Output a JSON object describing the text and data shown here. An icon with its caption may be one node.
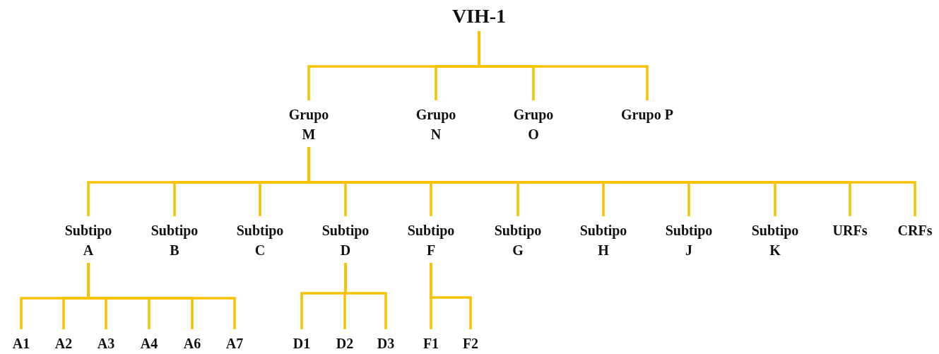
{
  "diagram": {
    "nodes": [
      {
        "text": [
          "VIH-1"
        ]
      },
      {
        "text": [
          "Grupo M"
        ]
      },
      {
        "text": [
          "Grupo N"
        ]
      },
      {
        "text": [
          "Grupo O"
        ]
      },
      {
        "text": [
          "Grupo P"
        ]
      },
      {
        "text": [
          "Subtipo A"
        ]
      },
      {
        "text": [
          "Subtipo B"
        ]
      },
      {
        "text": [
          "Subtipo C"
        ]
      },
      {
        "text": [
          "Subtipo D"
        ]
      },
      {
        "text": [
          "Subtipo F"
        ]
      },
      {
        "text": [
          "Subtipo G"
        ]
      },
      {
        "text": [
          "Subtipo H"
        ]
      },
      {
        "text": [
          "Subtipo J"
        ]
      },
      {
        "text": [
          "Subtipo K"
        ]
      },
      {
        "text": [
          "URFs"
        ]
      },
      {
        "text": [
          "CRFs"
        ]
      },
      {
        "text": [
          "A1"
        ]
      },
      {
        "text": [
          "A2"
        ]
      },
      {
        "text": [
          "A3"
        ]
      },
      {
        "text": [
          "A4"
        ]
      },
      {
        "text": [
          "A6"
        ]
      },
      {
        "text": [
          "A7"
        ]
      },
      {
        "text": [
          "D1"
        ]
      },
      {
        "text": [
          "D2"
        ]
      },
      {
        "text": [
          "D3"
        ]
      },
      {
        "text": [
          "F1"
        ]
      },
      {
        "text": [
          "F2"
        ]
      }
    ],
    "edges": [
      {
        "from": 0,
        "to": 1,
        "arrow": "none"
      },
      {
        "from": 0,
        "to": 2,
        "arrow": "none"
      },
      {
        "from": 0,
        "to": 3,
        "arrow": "none"
      },
      {
        "from": 0,
        "to": 4,
        "arrow": "none"
      },
      {
        "from": 1,
        "to": 5,
        "arrow": "none"
      },
      {
        "from": 1,
        "to": 6,
        "arrow": "none"
      },
      {
        "from": 1,
        "to": 7,
        "arrow": "none"
      },
      {
        "from": 1,
        "to": 8,
        "arrow": "none"
      },
      {
        "from": 1,
        "to": 9,
        "arrow": "none"
      },
      {
        "from": 1,
        "to": 10,
        "arrow": "none"
      },
      {
        "from": 1,
        "to": 11,
        "arrow": "none"
      },
      {
        "from": 1,
        "to": 12,
        "arrow": "none"
      },
      {
        "from": 1,
        "to": 13,
        "arrow": "none"
      },
      {
        "from": 1,
        "to": 14,
        "arrow": "none"
      },
      {
        "from": 1,
        "to": 15,
        "arrow": "none"
      },
      {
        "from": 5,
        "to": 16,
        "arrow": "none"
      },
      {
        "from": 5,
        "to": 17,
        "arrow": "none"
      },
      {
        "from": 5,
        "to": 18,
        "arrow": "none"
      },
      {
        "from": 5,
        "to": 19,
        "arrow": "none"
      },
      {
        "from": 5,
        "to": 20,
        "arrow": "none"
      },
      {
        "from": 5,
        "to": 21,
        "arrow": "none"
      },
      {
        "from": 8,
        "to": 22,
        "arrow": "none"
      },
      {
        "from": 8,
        "to": 23,
        "arrow": "none"
      },
      {
        "from": 8,
        "to": 24,
        "arrow": "none"
      },
      {
        "from": 9,
        "to": 25,
        "arrow": "none"
      },
      {
        "from": 9,
        "to": 26,
        "arrow": "none"
      }
    ]
  }
}
